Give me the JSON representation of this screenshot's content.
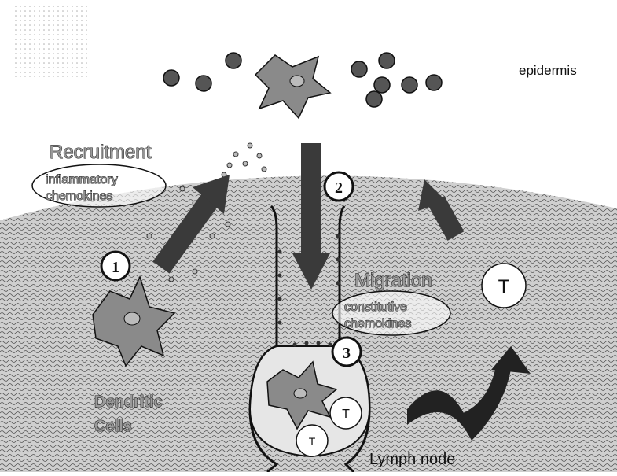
{
  "labels": {
    "epidermis": "epidermis",
    "recruitment": "Recruitment",
    "inflammatory_line1": "inflammatory",
    "inflammatory_line2": "chemokines",
    "migration": "Migration",
    "constitutive_line1": "constitutive",
    "constitutive_line2": "chemokines",
    "dendritic_line1": "Dendritic",
    "dendritic_line2": "Cells",
    "lymph_node": "Lymph node"
  },
  "steps": [
    "1",
    "2",
    "3"
  ],
  "t_cells": [
    "T",
    "T",
    "T"
  ],
  "colors": {
    "tissue_fill": "#c8c8c8",
    "arrow_dark": "#3a3a3a",
    "cell_gray": "#8a8a8a",
    "outline": "#111111"
  }
}
